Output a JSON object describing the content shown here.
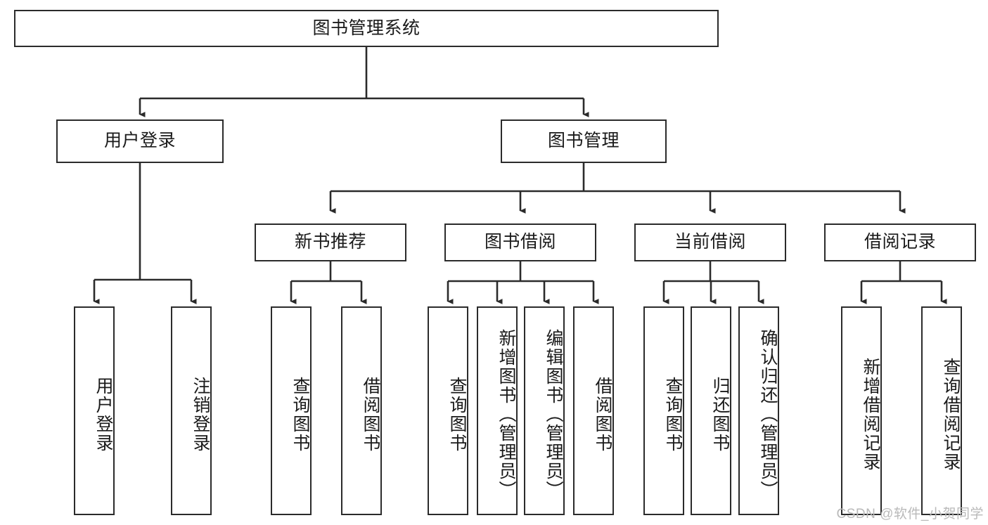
{
  "diagram": {
    "title": "图书管理系统",
    "type": "tree",
    "watermark": "CSDN @软件_小贺同学",
    "root": {
      "label": "图书管理系统"
    },
    "level2": [
      {
        "label": "用户登录"
      },
      {
        "label": "图书管理"
      }
    ],
    "level3": [
      {
        "label": "新书推荐"
      },
      {
        "label": "图书借阅"
      },
      {
        "label": "当前借阅"
      },
      {
        "label": "借阅记录"
      }
    ],
    "leaves": {
      "user_login": [
        {
          "label": "用户登录"
        },
        {
          "label": "注销登录"
        }
      ],
      "new_book_recommend": [
        {
          "label": "查询图书"
        },
        {
          "label": "借阅图书"
        }
      ],
      "book_borrow": [
        {
          "label": "查询图书"
        },
        {
          "label": "新增图书（管理员）"
        },
        {
          "label": "编辑图书（管理员）"
        },
        {
          "label": "借阅图书"
        }
      ],
      "current_borrow": [
        {
          "label": "查询图书"
        },
        {
          "label": "归还图书"
        },
        {
          "label": "确认归还（管理员）"
        }
      ],
      "borrow_record": [
        {
          "label": "新增借阅记录"
        },
        {
          "label": "查询借阅记录"
        }
      ]
    }
  },
  "colors": {
    "stroke": "#2b2b2b",
    "fill": "#ffffff",
    "text": "#1a1a1a",
    "watermark": "#b9b9b9"
  }
}
